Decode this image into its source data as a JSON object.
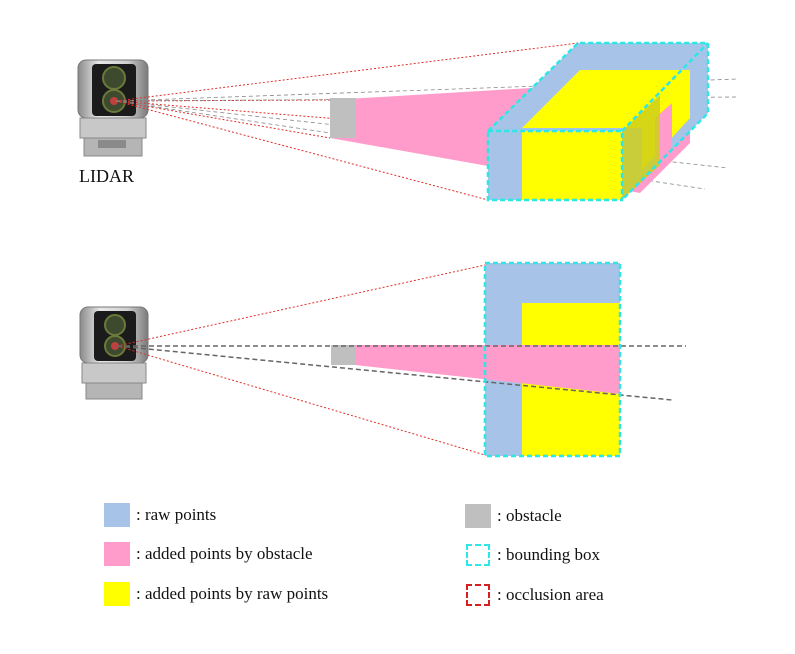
{
  "labels": {
    "lidar": "LIDAR"
  },
  "legend": {
    "raw_points": ": raw points",
    "added_by_obstacle": ": added points by obstacle",
    "added_by_raw": ": added points by raw points",
    "obstacle": ": obstacle",
    "bounding_box": ": bounding box",
    "occlusion_area": ": occlusion area"
  },
  "colors": {
    "raw_points": "#a7c4e8",
    "added_by_obstacle": "#ff9ccb",
    "added_by_raw": "#ffff00",
    "obstacle": "#bfbfbf",
    "bounding_box": "#2ee6e6",
    "occlusion_area": "#d42020"
  }
}
